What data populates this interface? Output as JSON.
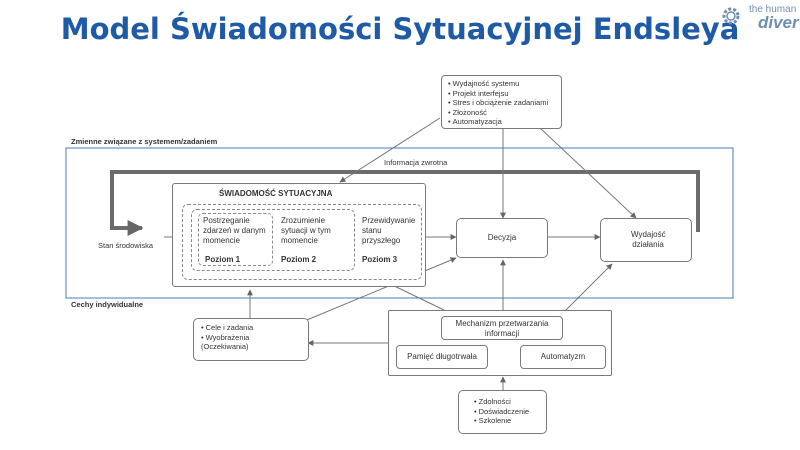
{
  "title": "Model Świadomości Sytuacyjnej Endsleya",
  "logo": {
    "line1": "the human",
    "line2": "diver"
  },
  "system_factors": [
    "Wydajność systemu",
    "Projekt interfejsu",
    "Stres i obciążenie zadaniami",
    "Złożoność",
    "Automatyzacja"
  ],
  "system_region_label": "Zmienne związane z systemem/zadaniem",
  "individual_region_label": "Cechy indywidualne",
  "feedback_label": "Informacja zwrotna",
  "environment_label": "Stan środowiska",
  "sa": {
    "title": "ŚWIADOMOŚĆ SYTUACYJNA",
    "levels": [
      {
        "text": "Postrzeganie zdarzeń w danym momencie",
        "level": "Poziom 1"
      },
      {
        "text": "Zrozumienie sytuacji w tym momencie",
        "level": "Poziom 2"
      },
      {
        "text": "Przewidywanie stanu przyszłego",
        "level": "Poziom 3"
      }
    ]
  },
  "decision_label": "Decyzja",
  "performance_label": "Wydajość działania",
  "goals": [
    "Cele i zadania",
    "Wyobrażenia (Oczekiwania)"
  ],
  "mechanisms": {
    "title": "Mechanizm przetwarzania informacji",
    "memory": "Pamięć długotrwała",
    "automatism": "Automatyzm"
  },
  "abilities": [
    "Zdolności",
    "Doświadczenie",
    "Szkolenie"
  ]
}
